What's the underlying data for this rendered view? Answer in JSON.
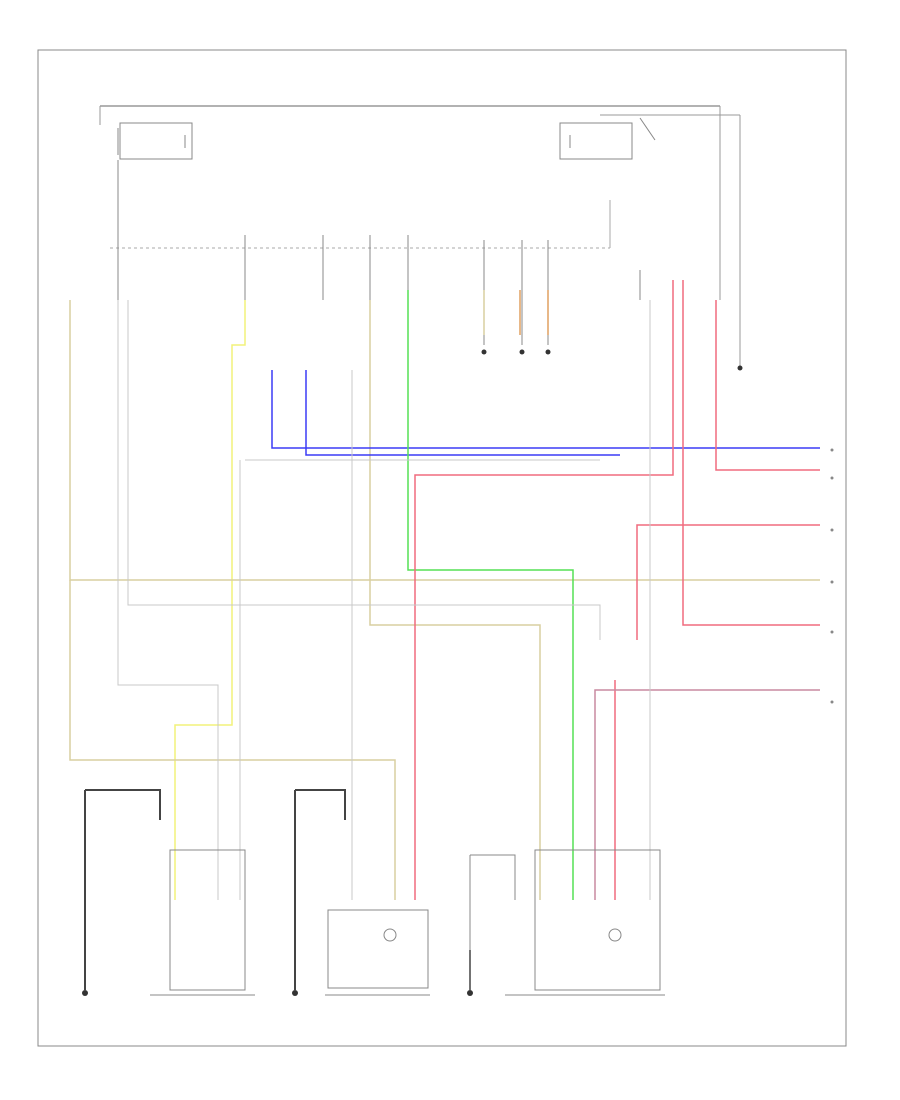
{
  "frame": {
    "code": ""
  },
  "wires": {
    "yellow": "#f2f27a",
    "tan": "#d9cfa0",
    "blue": "#3b3bf5",
    "green": "#55e055",
    "red": "#f06b7e",
    "gray": "#c8c8c8",
    "black": "#444444",
    "pink": "#c98aa0",
    "orange": "#e0a060"
  },
  "components": [
    {
      "id": "top-left-relay"
    },
    {
      "id": "top-right-relay"
    },
    {
      "id": "left-rear-door-lock-actuator"
    },
    {
      "id": "right-rear-door-lock-actuator"
    },
    {
      "id": "rear-liftgate-lock-actuator"
    },
    {
      "id": "ground-left"
    },
    {
      "id": "ground-center"
    },
    {
      "id": "ground-right"
    }
  ]
}
